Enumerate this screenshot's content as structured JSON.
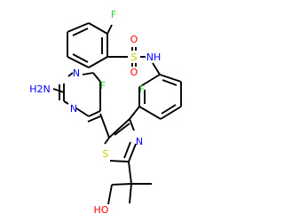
{
  "molecule": {
    "atom_labels": {
      "f_top": "F",
      "sulfur_sulfonyl": "S",
      "o_upper": "O",
      "o_lower": "O",
      "nh": "NH",
      "h2n": "H2N",
      "n_pyrimidine_upper": "N",
      "f_mid": "F",
      "f_right": "F",
      "n_pyrimidine_lower": "N",
      "s_thiazole": "S",
      "n_thiazole": "N",
      "oh": "HO"
    },
    "colors": {
      "bond": "#000000",
      "fluorine": "#33cc33",
      "oxygen": "#ff0000",
      "nitrogen": "#0000ff",
      "sulfur": "#cccc00"
    }
  }
}
